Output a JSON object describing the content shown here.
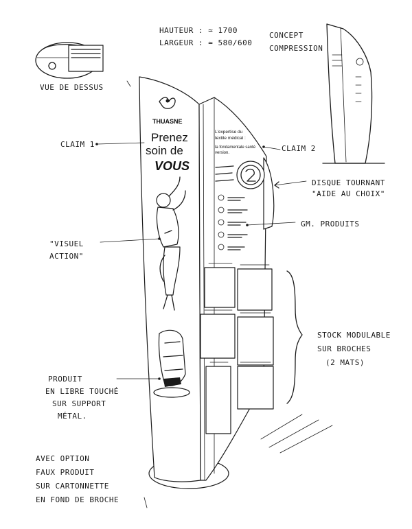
{
  "notes": {
    "dimensions_line1": "HAUTEUR : ≃ 1700",
    "dimensions_line2": "LARGEUR : ≃ 580/600",
    "concept_line1": "CONCEPT",
    "concept_line2": "COMPRESSION",
    "top_view": "VUE DE DESSUS",
    "claim1": "CLAIM 1",
    "claim2": "CLAIM 2",
    "visual_line1": "\"VISUEL",
    "visual_line2": "ACTION\"",
    "disc_line1": "DISQUE TOURNANT",
    "disc_line2": "\"AIDE AU CHOIX\"",
    "products": "GM. PRODUITS",
    "stock_line1": "STOCK MODULABLE",
    "stock_line2": "SUR BROCHES",
    "stock_line3": "(2 MATS)",
    "product_line1": "PRODUIT",
    "product_line2": "EN LIBRE TOUCHÉ",
    "product_line3": "SUR SUPPORT",
    "product_line4": "MÉTAL.",
    "option_line1": "AVEC OPTION",
    "option_line2": "FAUX PRODUIT",
    "option_line3": "SUR CARTONNETTE",
    "option_line4": "EN FOND DE BROCHE"
  },
  "panel": {
    "brand": "THUASNE",
    "headline1": "Prenez",
    "headline2": "soin de",
    "headline3": "VOUS",
    "claim_line1": "L'expertise du",
    "claim_line2": "textile médical :",
    "claim_line3": "la fondamentale santé",
    "claim_line4": "version."
  }
}
